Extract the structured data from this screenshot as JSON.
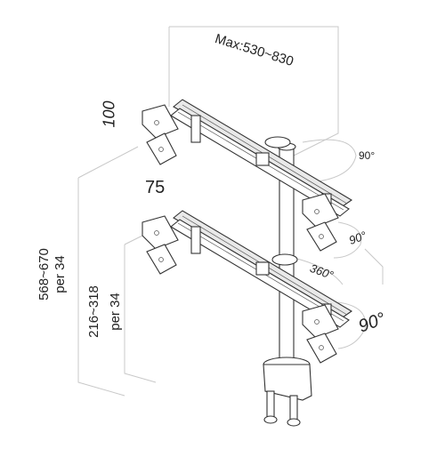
{
  "diagram": {
    "labels": {
      "max_width": "Max:530~830",
      "dim_100": "100",
      "dim_75": "75",
      "rot_top_right": "90°",
      "rot_mid_right": "90°",
      "rot_360": "360°",
      "rot_bottom_right": "90°",
      "height_range": "568~670",
      "height_unit": "per 34",
      "pole_range": "216~318",
      "pole_unit": "per 34"
    },
    "colors": {
      "line": "#333333",
      "guide": "#c8c8c8",
      "fill": "#e9e9e9"
    }
  }
}
